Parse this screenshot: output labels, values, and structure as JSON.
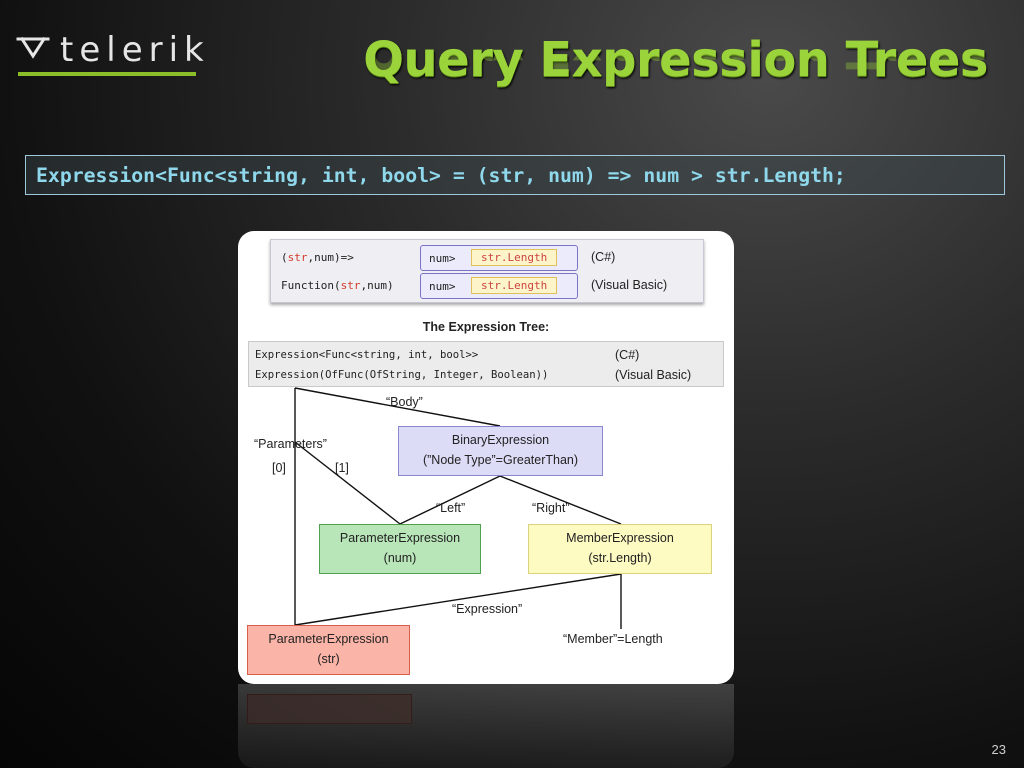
{
  "slide": {
    "brand": "telerik",
    "title": "Query Expression Trees",
    "code_line": "Expression<Func<string, int, bool> = (str, num) => num > str.Length;",
    "page_number": "23",
    "colors": {
      "title": "#9bd43a",
      "code": "#8fd8ec",
      "brand_line": "#8bbf2a"
    }
  },
  "diagram": {
    "lambda_rows": [
      {
        "lhs": "(str,num)=>",
        "num": "num>",
        "length": "str.Length",
        "lang": "(C#)"
      },
      {
        "lhs": "Function(str,num)",
        "num": "num>",
        "length": "str.Length",
        "lang": "(Visual Basic)"
      }
    ],
    "tree_heading": "The Expression Tree:",
    "type_rows": [
      {
        "code": "Expression<Func<string, int, bool>>",
        "lang": "(C#)"
      },
      {
        "code": "Expression(OfFunc(OfString, Integer, Boolean))",
        "lang": "(Visual Basic)"
      }
    ],
    "labels": {
      "body": "“Body”",
      "parameters": "“Parameters”",
      "index0": "[0]",
      "index1": "[1]",
      "left": "“Left”",
      "right": "“Right”",
      "expression": "“Expression”",
      "member": "“Member”=Length"
    },
    "nodes": {
      "binary": {
        "line1": "BinaryExpression",
        "line2": "(”Node Type”=GreaterThan)"
      },
      "param_num": {
        "line1": "ParameterExpression",
        "line2": "(num)"
      },
      "member": {
        "line1": "MemberExpression",
        "line2": "(str.Length)"
      },
      "param_str": {
        "line1": "ParameterExpression",
        "line2": "(str)"
      }
    }
  }
}
